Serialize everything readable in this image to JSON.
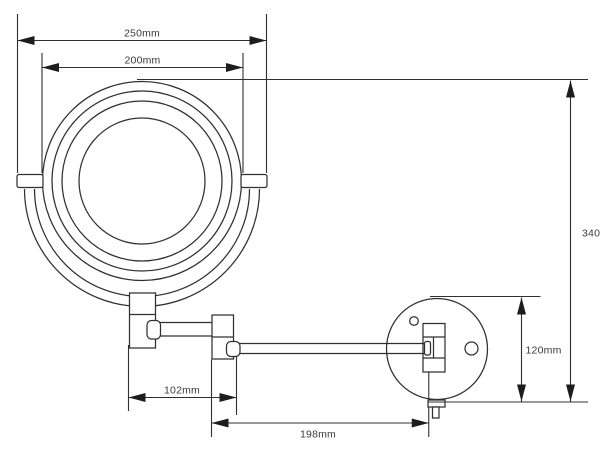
{
  "drawing": {
    "subject": "wall-mounted magnifying mirror with folding swivel arm - dimension drawing",
    "background_color": "#ffffff",
    "line_color": "#303030",
    "label_color": "#3a3a3a",
    "labels": {
      "frame_width": "250mm",
      "mirror_width": "200mm",
      "overall_height": "340",
      "wall_plate_height": "120mm",
      "inner_arm_length": "102mm",
      "outer_arm_length": "198mm"
    }
  }
}
